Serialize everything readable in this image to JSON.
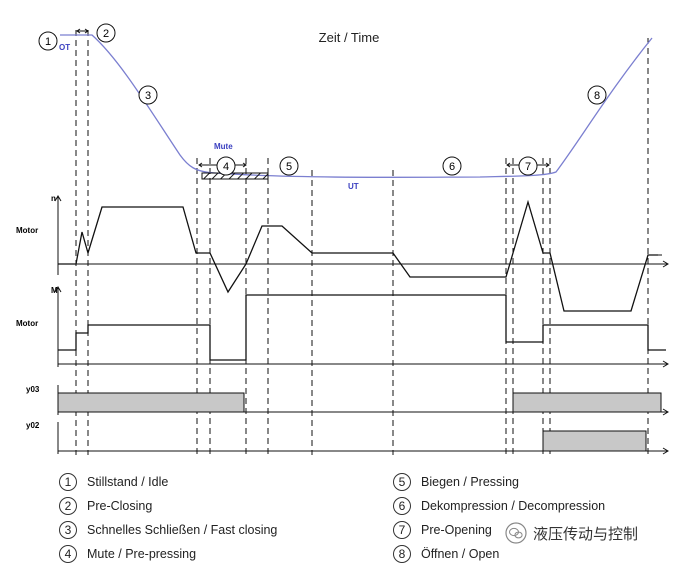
{
  "title": "Zeit / Time",
  "labels": {
    "ot": "OT",
    "ut": "UT",
    "mute": "Mute",
    "n_axis": "n",
    "m_axis": "M",
    "motor_n": "Motor",
    "motor_m": "Motor",
    "y03": "y03",
    "y02": "y02"
  },
  "phase_markers": [
    "1",
    "2",
    "3",
    "4",
    "5",
    "6",
    "7",
    "8"
  ],
  "legend": [
    {
      "num": "1",
      "text": "Stillstand / Idle"
    },
    {
      "num": "2",
      "text": "Pre-Closing"
    },
    {
      "num": "3",
      "text": "Schnelles Schließen / Fast closing"
    },
    {
      "num": "4",
      "text": "Mute / Pre-pressing"
    },
    {
      "num": "5",
      "text": "Biegen / Pressing"
    },
    {
      "num": "6",
      "text": "Dekompression / Decompression"
    },
    {
      "num": "7",
      "text": "Pre-Opening"
    },
    {
      "num": "8",
      "text": "Öffnen / Open"
    }
  ],
  "watermark": "液压传动与控制",
  "colors": {
    "ram_curve": "#7b7fd0",
    "label_blue": "#3a3fc0",
    "signal_fill": "#c8c8c8",
    "line": "#111111"
  }
}
